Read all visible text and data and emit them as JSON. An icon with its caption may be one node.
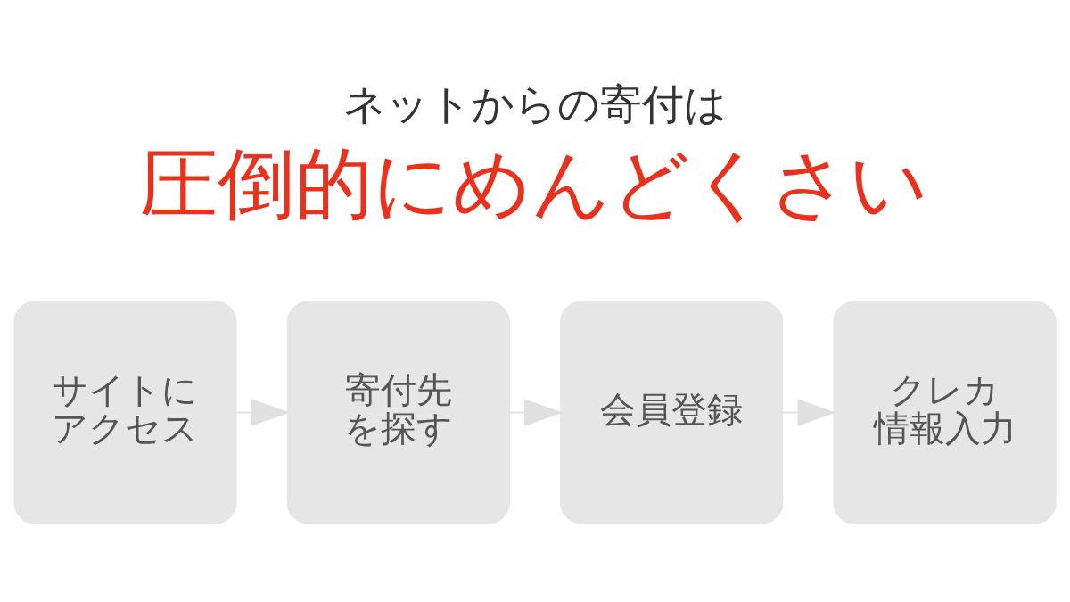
{
  "diagram": {
    "title": "ネットからの寄付は",
    "nodes": [
      {
        "text": [
          "サイトにアクセス"
        ]
      },
      {
        "text": [
          "寄付先を探す"
        ]
      },
      {
        "text": [
          "会員登録"
        ]
      },
      {
        "text": [
          "クレカ情報入力"
        ]
      }
    ],
    "edges": [
      {
        "from": 0,
        "to": 1,
        "arrow": "to"
      },
      {
        "from": 1,
        "to": 2,
        "arrow": "to"
      },
      {
        "from": 2,
        "to": 3,
        "arrow": "to"
      }
    ],
    "labels": [
      "圧倒的にめんどくさい"
    ]
  }
}
